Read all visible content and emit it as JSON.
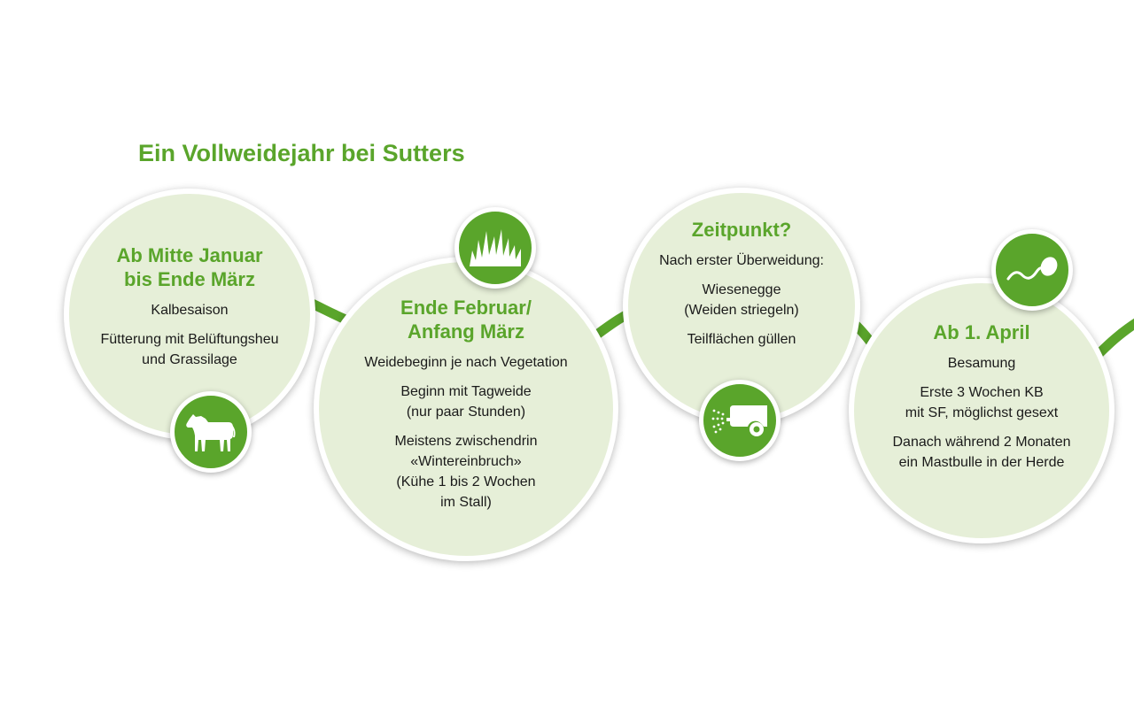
{
  "title": "Ein Vollweidejahr bei Sutters",
  "colors": {
    "accent": "#5aa52b",
    "circle_fill": "#e6efd8"
  },
  "stages": [
    {
      "heading": "Ab Mitte Januar\nbis Ende März",
      "items": [
        "Kalbesaison",
        "Fütterung mit Belüftungsheu\nund Grassilage"
      ],
      "icon": "calf-icon"
    },
    {
      "heading": "Ende Februar/\nAnfang März",
      "items": [
        "Weidebeginn je nach Vegetation",
        "Beginn mit Tagweide\n(nur paar Stunden)",
        "Meistens zwischendrin\n«Wintereinbruch»\n(Kühe 1 bis 2 Wochen\nim Stall)"
      ],
      "icon": "grass-icon"
    },
    {
      "heading": "Zeitpunkt?",
      "items": [
        "Nach erster Überweidung:",
        "Wiesenegge\n(Weiden striegeln)",
        "Teilflächen güllen"
      ],
      "icon": "slurry-spreader-icon"
    },
    {
      "heading": "Ab 1. April",
      "items": [
        "Besamung",
        "Erste 3 Wochen KB\nmit SF, möglichst gesext",
        "Danach während 2 Monaten\nein Mastbulle in der Herde"
      ],
      "icon": "sperm-icon"
    }
  ]
}
